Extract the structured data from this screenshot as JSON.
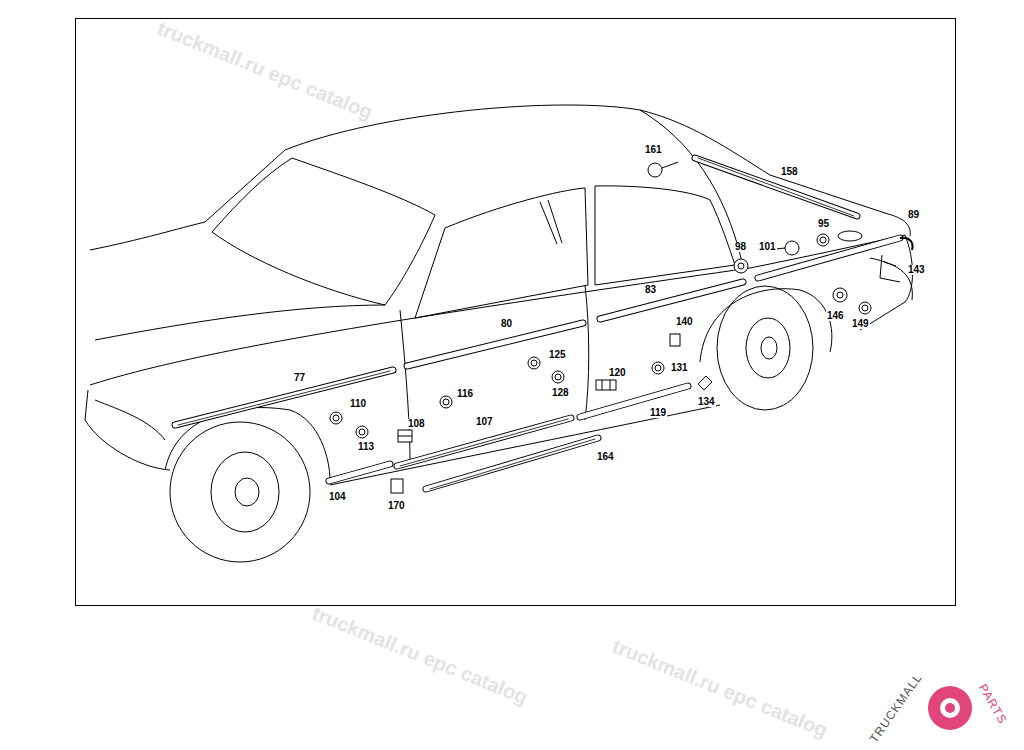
{
  "diagram": {
    "labels": [
      "161",
      "158",
      "89",
      "95",
      "101",
      "98",
      "143",
      "83",
      "140",
      "146",
      "149",
      "80",
      "125",
      "120",
      "131",
      "128",
      "116",
      "77",
      "110",
      "108",
      "107",
      "119",
      "134",
      "113",
      "164",
      "104",
      "170",
      "truckmall.ru epc catalog",
      "truckmall.ru epc catalog",
      "truckmall.ru epc catalog",
      "TRUCKMALL",
      "PARTS"
    ]
  }
}
